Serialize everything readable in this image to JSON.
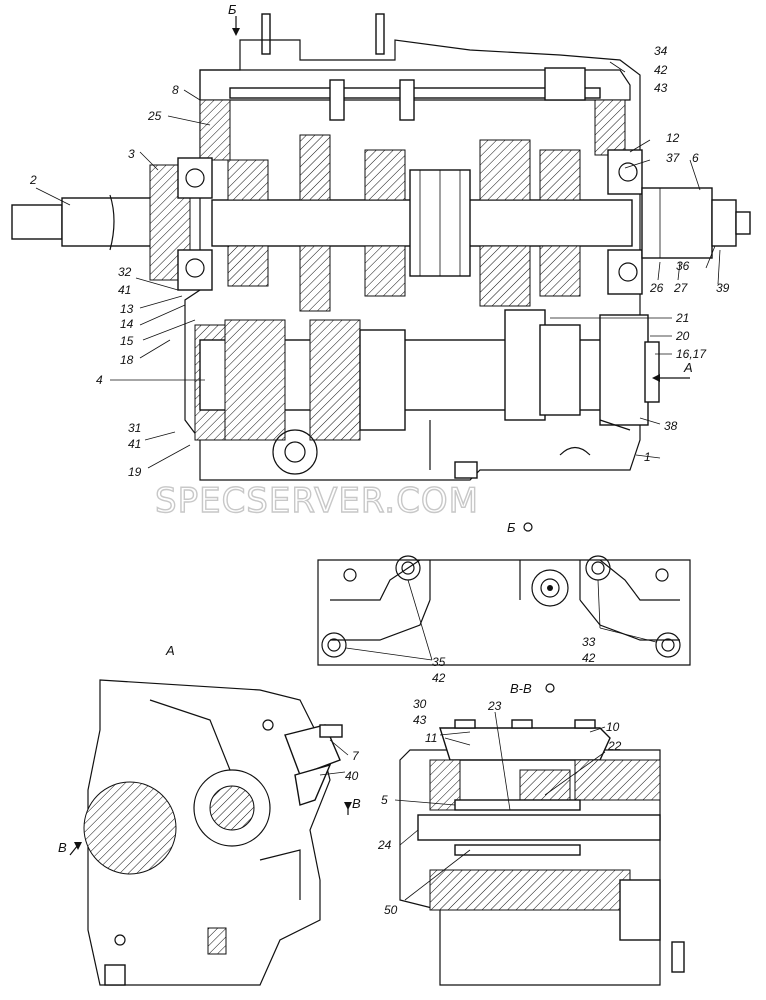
{
  "views": {
    "b_title": "Б",
    "a_title": "А",
    "vv_title": "В-В",
    "b_arrow_label": "Б",
    "a_arrow_label": "А",
    "v_label_left": "В",
    "v_label_right": "В"
  },
  "watermark": "SPECSERVER.COM",
  "callouts": {
    "c1": "1",
    "c2": "2",
    "c3": "3",
    "c4": "4",
    "c5": "5",
    "c6": "6",
    "c7": "7",
    "c8": "8",
    "c10": "10",
    "c11": "11",
    "c12": "12",
    "c13": "13",
    "c14": "14",
    "c15": "15",
    "c1617": "16,17",
    "c18": "18",
    "c19": "19",
    "c20": "20",
    "c21": "21",
    "c22": "22",
    "c23": "23",
    "c24": "24",
    "c25": "25",
    "c26": "26",
    "c27": "27",
    "c30": "30",
    "c31": "31",
    "c32": "32",
    "c33": "33",
    "c34": "34",
    "c35": "35",
    "c36": "36",
    "c37": "37",
    "c38": "38",
    "c39": "39",
    "c40": "40",
    "c41a": "41",
    "c41b": "41",
    "c42a": "42",
    "c42b": "42",
    "c42c": "42",
    "c43a": "43",
    "c43b": "43",
    "c50": "50"
  },
  "icons": [
    "view-arrow-icon",
    "section-marker-icon",
    "bolt-head-icon"
  ],
  "colors": {
    "line": "#111111",
    "watermark_stroke": "#c8c8c8",
    "background": "#ffffff"
  }
}
